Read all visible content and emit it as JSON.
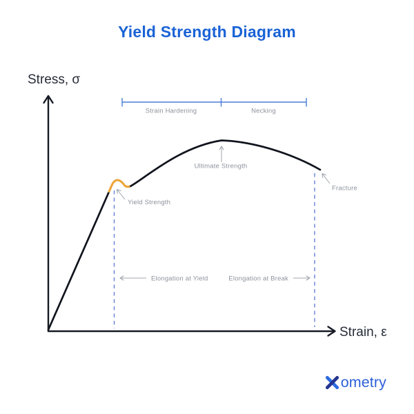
{
  "title": "Yield Strength Diagram",
  "axes": {
    "y_label": "Stress, σ",
    "x_label": "Strain, ε"
  },
  "regions": {
    "strain_hardening_label": "Strain Hardening",
    "necking_label": "Necking"
  },
  "annotations": {
    "ultimate_strength": "Ultimate Strength",
    "yield_strength": "Yield Strength",
    "fracture": "Fracture",
    "elongation_at_yield": "Elongation at Yield",
    "elongation_at_break": "Elongation at Break"
  },
  "branding": {
    "logo_text": "ometry",
    "logo_mark": "xometry-x-icon"
  },
  "colors": {
    "title_blue": "#1a63d6",
    "curve_black": "#10141d",
    "yield_highlight_orange": "#f0a637",
    "guide_dash_blue": "#6381d6",
    "bracket_blue": "#4a7dd8",
    "annotation_gray": "#8c929c",
    "arrow_gray": "#a0a6ae",
    "axis_text_dark": "#262c38",
    "logo_dark_blue": "#24348f",
    "logo_light_blue": "#2e6ae0"
  }
}
